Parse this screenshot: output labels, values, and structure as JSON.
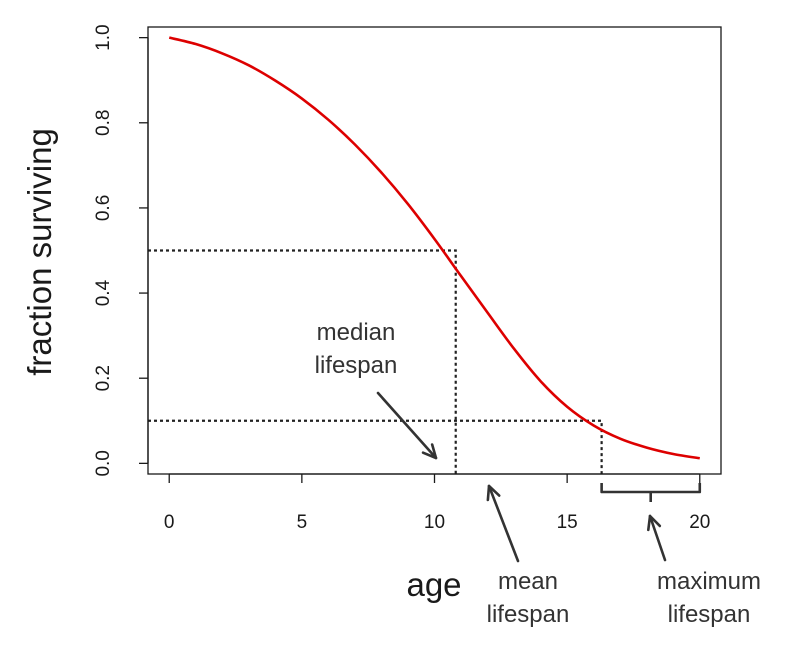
{
  "chart_data": {
    "type": "line",
    "xlabel": "age",
    "ylabel": "fraction surviving",
    "xlim": [
      -0.8,
      20.8
    ],
    "ylim": [
      -0.025,
      1.025
    ],
    "x_ticks": [
      0,
      5,
      10,
      15,
      20
    ],
    "y_ticks": [
      "0.0",
      "0.2",
      "0.4",
      "0.6",
      "0.8",
      "1.0"
    ],
    "x_tick_labels": [
      "0",
      "5",
      "10",
      "15",
      "20"
    ],
    "grid": false,
    "series": [
      {
        "color": "#dd0000",
        "x": [
          0,
          1,
          2,
          3,
          4,
          5,
          6,
          7,
          8,
          9,
          10,
          11,
          12,
          13,
          14,
          15,
          16,
          17,
          18,
          19,
          20
        ],
        "y": [
          1.0,
          0.985,
          0.963,
          0.935,
          0.899,
          0.857,
          0.807,
          0.749,
          0.683,
          0.609,
          0.527,
          0.44,
          0.354,
          0.269,
          0.193,
          0.133,
          0.089,
          0.058,
          0.037,
          0.022,
          0.012
        ]
      }
    ],
    "reference_lines": {
      "median": {
        "x": 10.8,
        "y": 0.5
      },
      "maximum": {
        "x": 16.3,
        "y": 0.1
      }
    },
    "bracket": {
      "x_start": 16.3,
      "x_end": 20
    },
    "annotations": [
      {
        "id": "median",
        "lines": [
          "median",
          "lifespan"
        ]
      },
      {
        "id": "mean",
        "lines": [
          "mean",
          "lifespan"
        ]
      },
      {
        "id": "maximum",
        "lines": [
          "maximum",
          "lifespan"
        ]
      }
    ]
  },
  "colors": {
    "curve": "#dd0000",
    "axis": "#1a1a1a",
    "reference": "#222222",
    "annotation": "#333333"
  }
}
